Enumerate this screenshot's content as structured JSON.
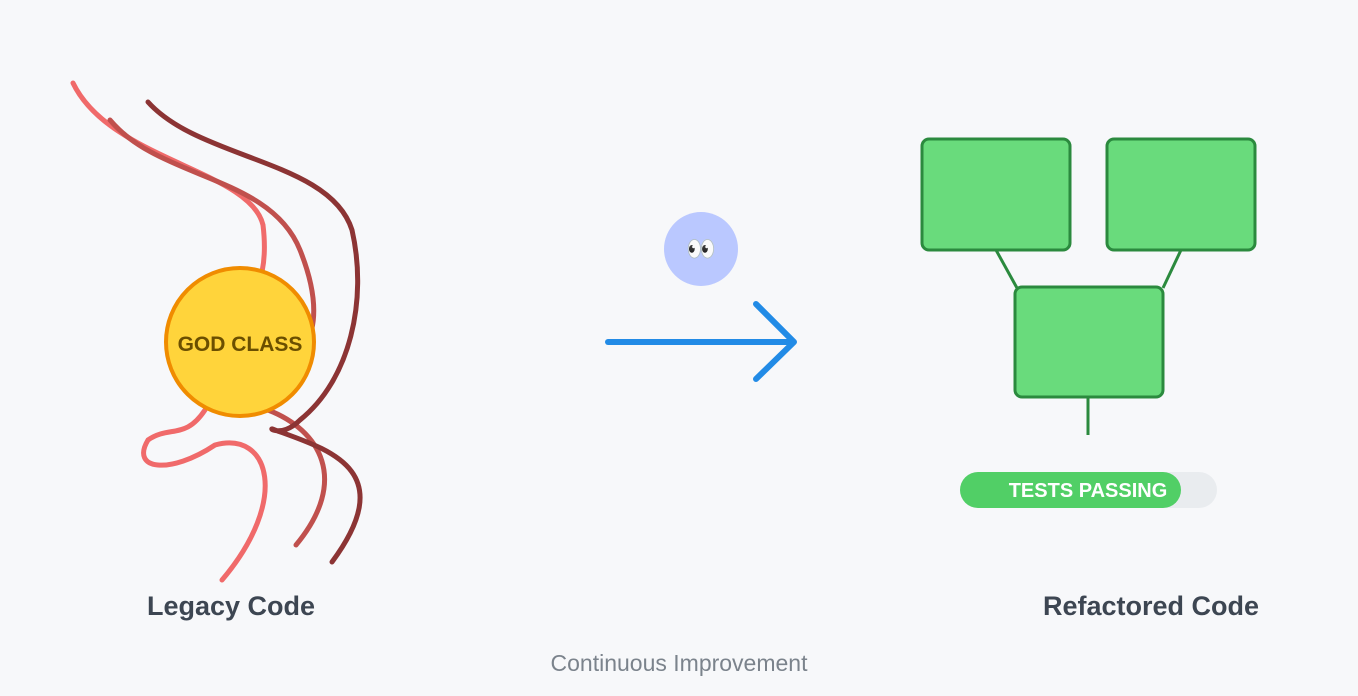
{
  "legacy": {
    "caption": "Legacy Code",
    "god_class_label": "GOD CLASS"
  },
  "refactored": {
    "caption": "Refactored Code",
    "tests_label": "TESTS PASSING",
    "tests_progress": 0.86
  },
  "transition": {
    "mascot_icon": "eyes-emoji",
    "mascot_glyph": "👀",
    "arrow_icon": "arrow-right-icon"
  },
  "footer": "Continuous Improvement",
  "colors": {
    "background": "#f7f8fa",
    "spaghetti_light": "#f06a6a",
    "spaghetti_mid": "#c0504d",
    "spaghetti_dark": "#8c3434",
    "god_class_fill": "#ffd43b",
    "god_class_stroke": "#f08c00",
    "arrow": "#228be6",
    "mascot_bg": "#bac8ff",
    "module_fill": "#69db7c",
    "module_stroke": "#2b8a3e",
    "progress_fill": "#51cf66",
    "progress_track": "#e9ecef"
  }
}
